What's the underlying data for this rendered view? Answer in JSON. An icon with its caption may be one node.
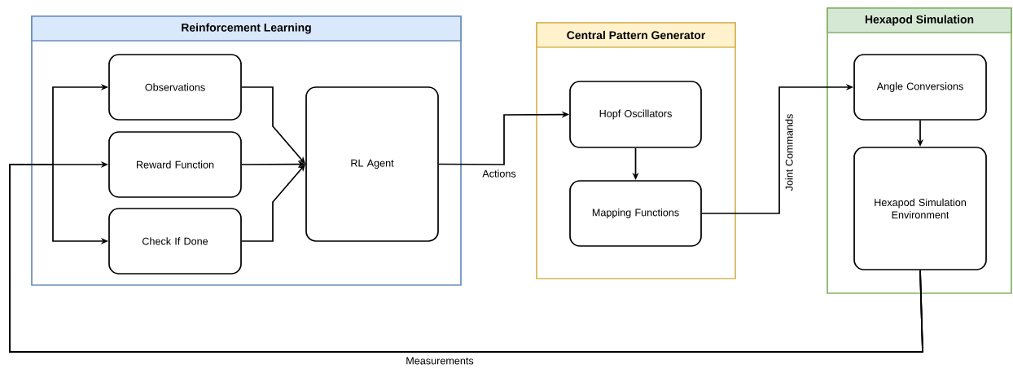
{
  "diagram": {
    "nodes": [
      {
        "text": [
          "Reinforcement Learning"
        ]
      },
      {
        "text": [
          "Observations"
        ],
        "in": 0
      },
      {
        "text": [
          "Reward Function"
        ],
        "in": 0
      },
      {
        "text": [
          "Check If Done"
        ],
        "in": 0
      },
      {
        "text": [
          "RL Agent"
        ],
        "in": 0
      },
      {
        "text": [
          "Central Pattern Generator"
        ]
      },
      {
        "text": [
          "Hopf Oscillators"
        ],
        "in": 5
      },
      {
        "text": [
          "Mapping Functions"
        ],
        "in": 5
      },
      {
        "text": [
          "Hexapod Simulation"
        ]
      },
      {
        "text": [
          "Angle Conversions"
        ],
        "in": 8
      },
      {
        "text": [
          "Hexapod Simulation Environment"
        ],
        "in": 8
      }
    ],
    "edges": [
      {
        "from": 10,
        "to": 1,
        "arrow": "to"
      },
      {
        "from": 10,
        "to": 2,
        "arrow": "to",
        "label": "Measurements"
      },
      {
        "from": 10,
        "to": 3,
        "arrow": "to"
      },
      {
        "from": 1,
        "to": 4,
        "arrow": "to"
      },
      {
        "from": 2,
        "to": 4,
        "arrow": "to"
      },
      {
        "from": 3,
        "to": 4,
        "arrow": "to"
      },
      {
        "from": 4,
        "to": 6,
        "arrow": "to",
        "label": "Actions"
      },
      {
        "from": 6,
        "to": 7,
        "arrow": "to"
      },
      {
        "from": 7,
        "to": 9,
        "arrow": "to",
        "label": "Joint Commands"
      },
      {
        "from": 9,
        "to": 10,
        "arrow": "to"
      }
    ]
  }
}
